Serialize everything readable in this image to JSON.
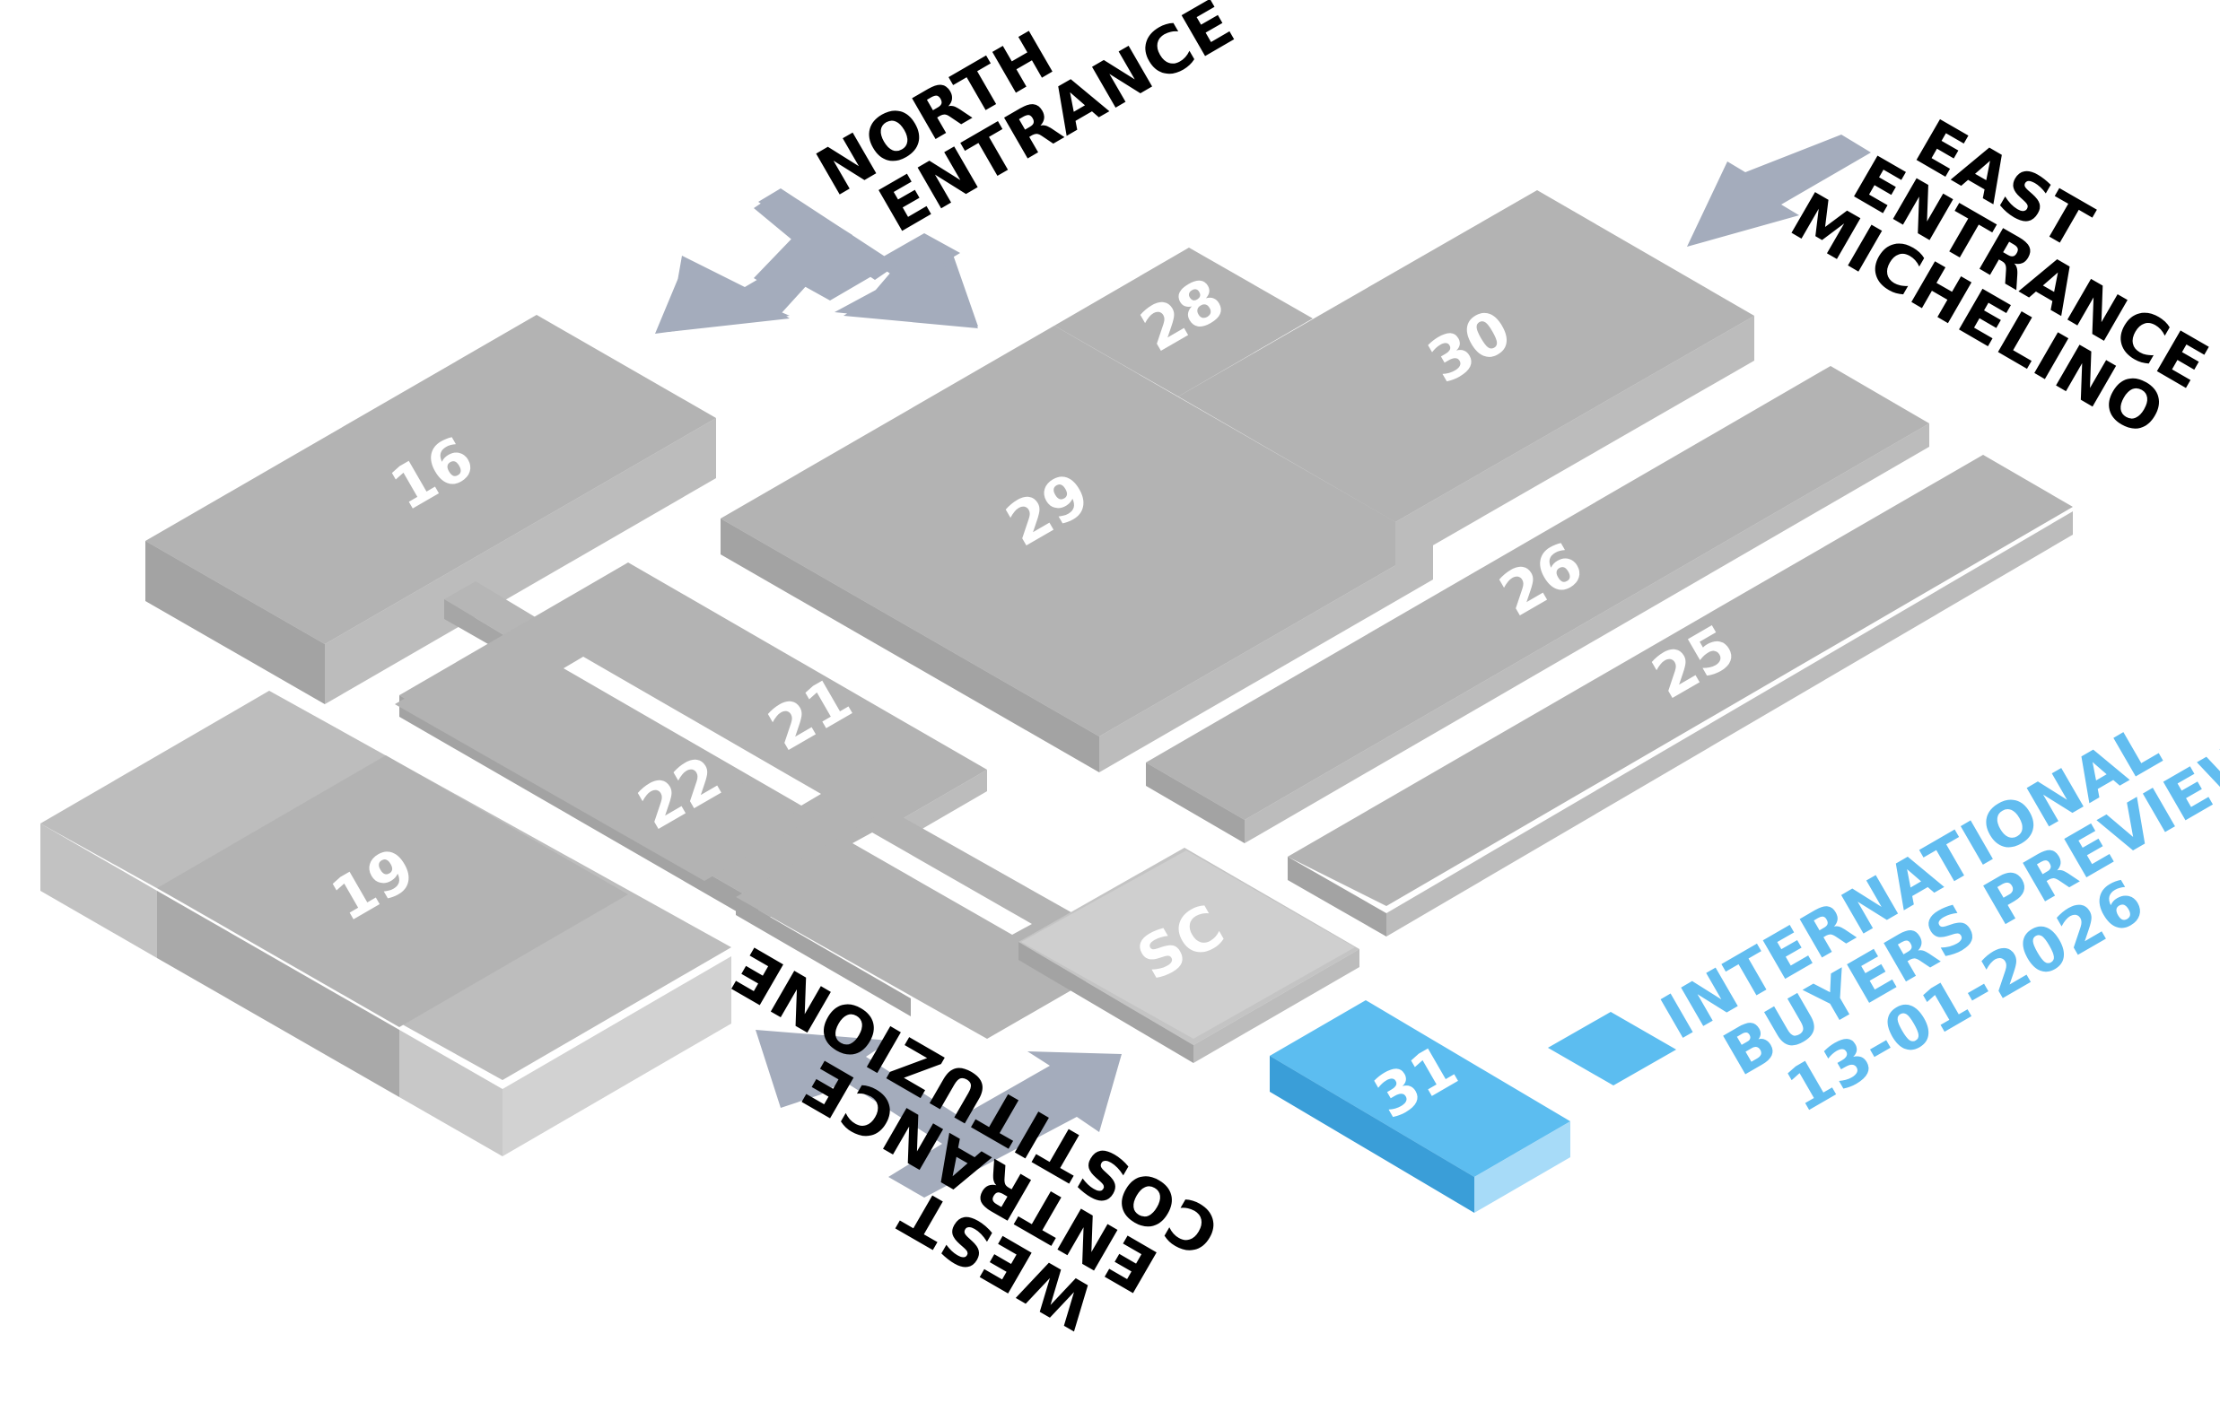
{
  "colors": {
    "hall": "#b3b3b3",
    "highlight": "#3ea6e3",
    "arrow": "#a4acbc",
    "legend_text": "#62bdf0"
  },
  "halls": {
    "h16": "16",
    "h19": "19",
    "h21": "21",
    "h22": "22",
    "h25": "25",
    "h26": "26",
    "h28": "28",
    "h29": "29",
    "h30": "30",
    "sc": "SC",
    "h31": "31"
  },
  "highlighted_hall": "31",
  "entrances": {
    "north": [
      "NORTH",
      "ENTRANCE"
    ],
    "east": [
      "EAST",
      "ENTRANCE",
      "MICHELINO"
    ],
    "west": [
      "WEST",
      "ENTRANCE",
      "COSTITUZIONE"
    ]
  },
  "legend": {
    "lines": [
      "INTERNATIONAL",
      "BUYERS PREVIEW",
      "13-01-2026"
    ],
    "swatch_color": "#5cbdf0"
  }
}
